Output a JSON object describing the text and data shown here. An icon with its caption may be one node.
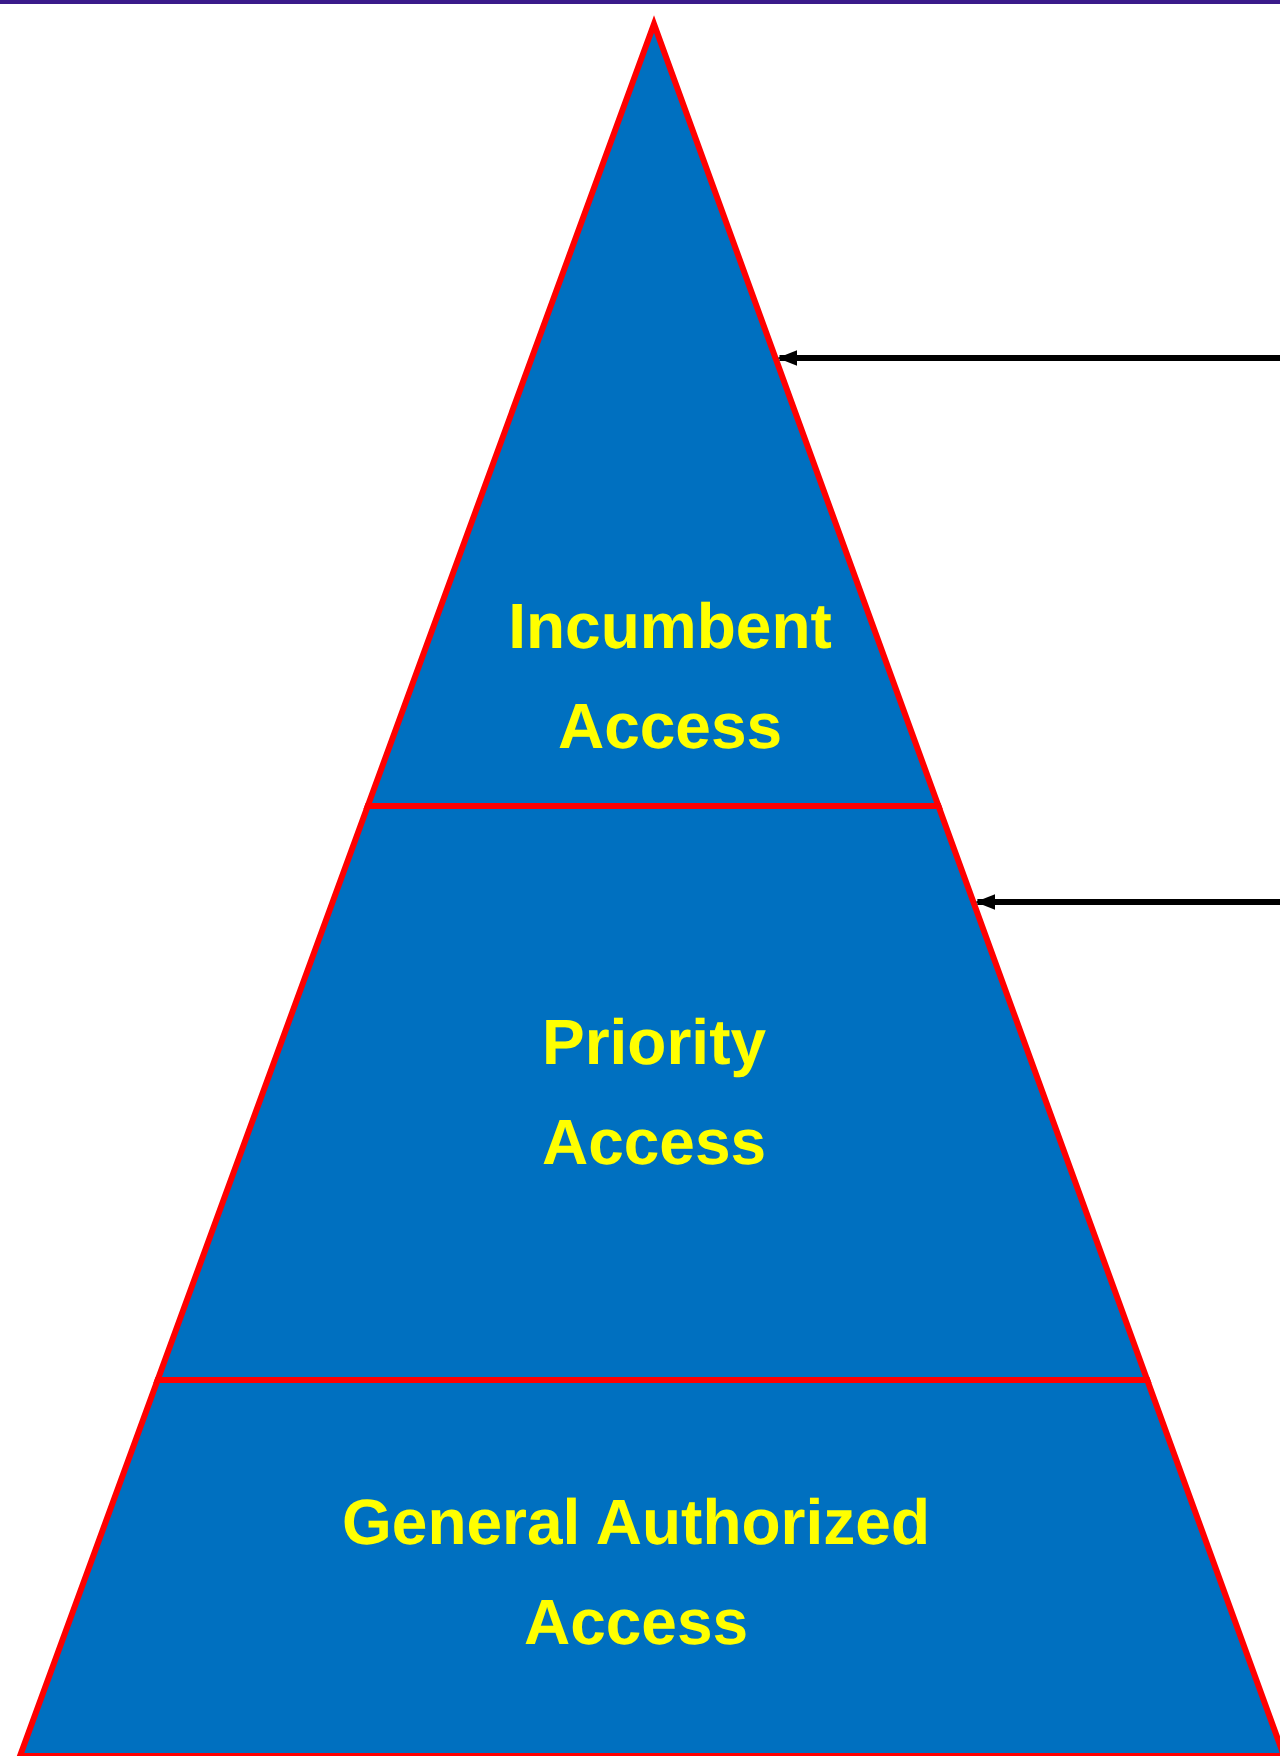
{
  "diagram": {
    "nodes": [
      {
        "text": [
          "Incumbent Access"
        ]
      },
      {
        "text": [
          "Priority Access"
        ]
      },
      {
        "text": [
          "General Authorized Access"
        ]
      }
    ],
    "edges": [
      {
        "from": null,
        "to": 0,
        "arrow": "to"
      },
      {
        "from": null,
        "to": 1,
        "arrow": "to"
      }
    ]
  }
}
